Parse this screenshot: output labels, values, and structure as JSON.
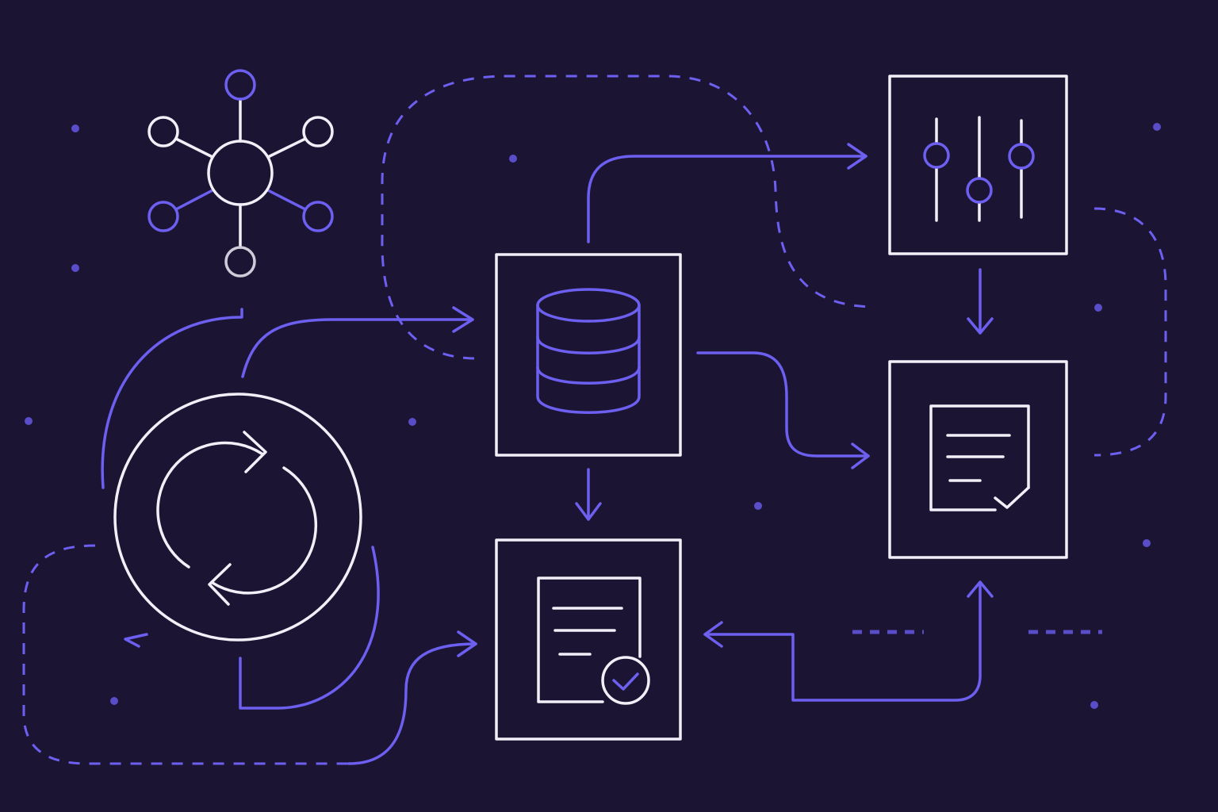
{
  "colors": {
    "background": "#1b1433",
    "accent": "#6d5ff0",
    "line": "#f1eff8"
  },
  "nodes": [
    {
      "id": "hub",
      "icon": "network-hub-icon"
    },
    {
      "id": "sync",
      "icon": "sync-refresh-icon"
    },
    {
      "id": "database",
      "icon": "database-icon"
    },
    {
      "id": "settings",
      "icon": "sliders-icon"
    },
    {
      "id": "report",
      "icon": "document-checkmark-icon"
    },
    {
      "id": "approved-document",
      "icon": "document-approved-icon"
    }
  ]
}
